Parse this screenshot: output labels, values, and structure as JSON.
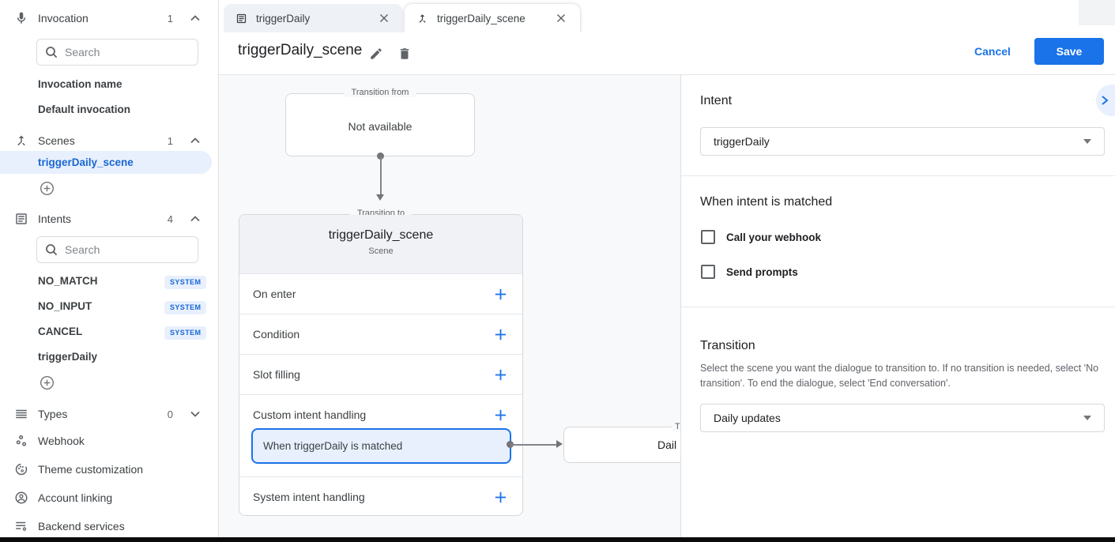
{
  "colors": {
    "accent_blue": "#1a73e8",
    "light_blue": "#e8f0fe",
    "badge_text": "#1967d2",
    "text_dark": "#202124",
    "text_gray": "#5f6368",
    "border": "#dadce0",
    "canvas_bg": "#f8f9fa"
  },
  "sidebar": {
    "invocation": {
      "label": "Invocation",
      "count": "1",
      "search_placeholder": "Search",
      "items": [
        {
          "label": "Invocation name"
        },
        {
          "label": "Default invocation"
        }
      ]
    },
    "scenes": {
      "label": "Scenes",
      "count": "1",
      "selected": "triggerDaily_scene"
    },
    "intents": {
      "label": "Intents",
      "count": "4",
      "search_placeholder": "Search",
      "items": [
        {
          "label": "NO_MATCH",
          "badge": "SYSTEM"
        },
        {
          "label": "NO_INPUT",
          "badge": "SYSTEM"
        },
        {
          "label": "CANCEL",
          "badge": "SYSTEM"
        },
        {
          "label": "triggerDaily"
        }
      ]
    },
    "types": {
      "label": "Types",
      "count": "0"
    },
    "links": [
      {
        "label": "Webhook"
      },
      {
        "label": "Theme customization"
      },
      {
        "label": "Account linking"
      },
      {
        "label": "Backend services"
      }
    ]
  },
  "tabs": [
    {
      "label": "triggerDaily"
    },
    {
      "label": "triggerDaily_scene"
    }
  ],
  "header": {
    "title": "triggerDaily_scene",
    "cancel_label": "Cancel",
    "save_label": "Save"
  },
  "canvas": {
    "transition_from": {
      "legend": "Transition from",
      "content": "Not available"
    },
    "scene_card": {
      "legend": "Transition to",
      "title": "triggerDaily_scene",
      "subtitle": "Scene",
      "rows": [
        "On enter",
        "Condition",
        "Slot filling",
        "Custom intent handling",
        "System intent handling"
      ],
      "matched_label": "When triggerDaily is matched"
    },
    "target_box": {
      "legend_fragment": "Tr",
      "text_fragment": "Dail"
    }
  },
  "panel": {
    "intent": {
      "heading": "Intent",
      "value": "triggerDaily"
    },
    "matched": {
      "heading": "When intent is matched",
      "checkboxes": [
        {
          "label": "Call your webhook"
        },
        {
          "label": "Send prompts"
        }
      ]
    },
    "transition": {
      "heading": "Transition",
      "description": "Select the scene you want the dialogue to transition to. If no transition is needed, select 'No transition'. To end the dialogue, select 'End conversation'.",
      "value": "Daily updates"
    }
  }
}
